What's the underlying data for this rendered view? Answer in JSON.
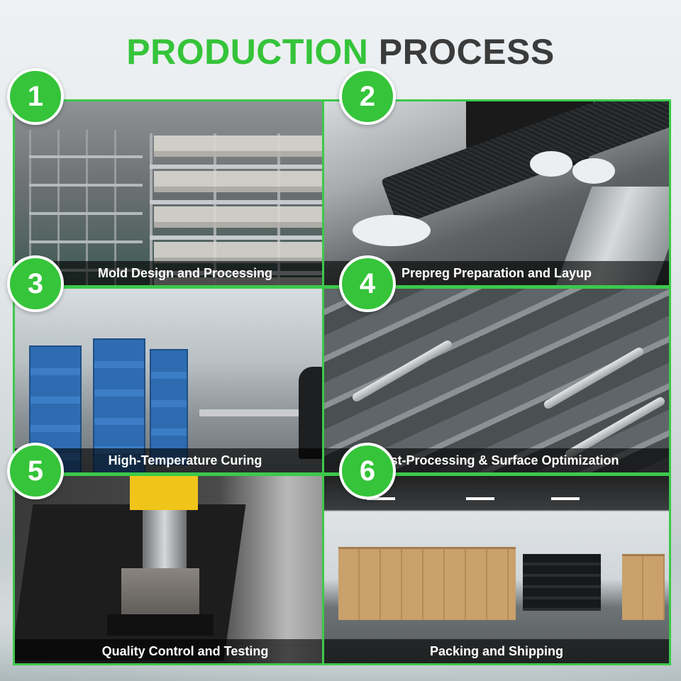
{
  "title": {
    "part1": "PRODUCTION",
    "part2": "PROCESS"
  },
  "colors": {
    "accent_green": "#35c43a",
    "title_dark": "#3b3b3b",
    "caption_bg": "rgba(0,0,0,0.62)"
  },
  "steps": [
    {
      "number": "1",
      "caption": "Mold Design and Processing"
    },
    {
      "number": "2",
      "caption": "Prepreg Preparation and Layup"
    },
    {
      "number": "3",
      "caption": "High-Temperature Curing"
    },
    {
      "number": "4",
      "caption": "Post-Processing & Surface Optimization"
    },
    {
      "number": "5",
      "caption": "Quality Control and Testing"
    },
    {
      "number": "6",
      "caption": "Packing and Shipping"
    }
  ]
}
